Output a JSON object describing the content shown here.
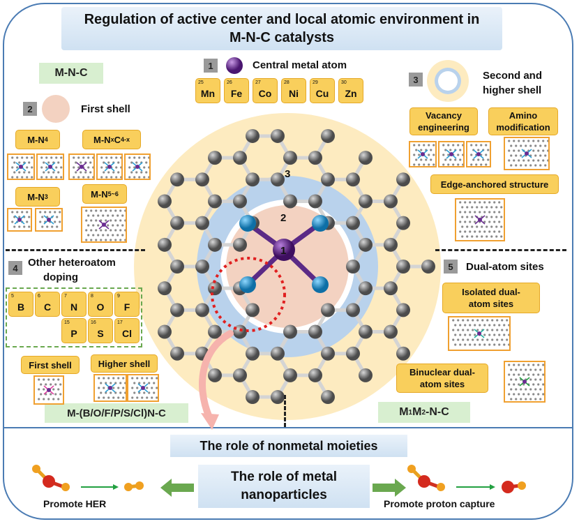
{
  "title": {
    "line1": "Regulation of active center and local atomic environment in",
    "line2": "M-N-C catalysts"
  },
  "labels": {
    "mnc": "M-N-C",
    "m1m2nc": "M1M2-N-C",
    "m1m2nc_main": "M",
    "m1m2nc_sub1": "1",
    "m1m2nc_mid": "M",
    "m1m2nc_sub2": "2",
    "m1m2nc_tail": "-N-C",
    "hetero_bottom": "M-(B/O/F/P/S/Cl)N-C"
  },
  "sections": {
    "s1": {
      "num": "1",
      "title": "Central metal atom"
    },
    "s2": {
      "num": "2",
      "title": "First shell"
    },
    "s3": {
      "num": "3",
      "title_line1": "Second and",
      "title_line2": "higher shell"
    },
    "s4": {
      "num": "4",
      "title_line1": "Other heteroatom",
      "title_line2": "doping"
    },
    "s5": {
      "num": "5",
      "title": "Dual-atom sites"
    }
  },
  "metals": [
    {
      "z": "25",
      "symbol": "Mn"
    },
    {
      "z": "26",
      "symbol": "Fe"
    },
    {
      "z": "27",
      "symbol": "Co"
    },
    {
      "z": "28",
      "symbol": "Ni"
    },
    {
      "z": "29",
      "symbol": "Cu"
    },
    {
      "z": "30",
      "symbol": "Zn"
    }
  ],
  "heteroatoms": [
    {
      "z": "5",
      "symbol": "B"
    },
    {
      "z": "6",
      "symbol": "C"
    },
    {
      "z": "7",
      "symbol": "N"
    },
    {
      "z": "8",
      "symbol": "O"
    },
    {
      "z": "9",
      "symbol": "F"
    },
    {
      "z": "15",
      "symbol": "P"
    },
    {
      "z": "16",
      "symbol": "S"
    },
    {
      "z": "17",
      "symbol": "Cl"
    }
  ],
  "first_shell": {
    "mn4": "M-N4",
    "mn4_base": "M-N",
    "mn4_sub": "4",
    "mnxc": "M-NxC4-x",
    "mnxc_base": "M-N",
    "mnxc_sub1": "x",
    "mnxc_mid": "C",
    "mnxc_sub2": "4-x",
    "mn3": "M-N3",
    "mn3_base": "M-N",
    "mn3_sub": "3",
    "mn56": "M-N5~6",
    "mn56_base": "M-N",
    "mn56_sub": "5~6"
  },
  "second_shell": {
    "vacancy": "Vacancy engineering",
    "vacancy_l1": "Vacancy",
    "vacancy_l2": "engineering",
    "amino": "Amino modification",
    "amino_l1": "Amino",
    "amino_l2": "modification",
    "edge": "Edge-anchored structure"
  },
  "hetero_shells": {
    "first": "First shell",
    "higher": "Higher shell"
  },
  "dual_atom": {
    "isolated_l1": "Isolated dual-",
    "isolated_l2": "atom sites",
    "binuclear_l1": "Binuclear dual-",
    "binuclear_l2": "atom sites"
  },
  "center_numbers": {
    "n1": "1",
    "n2": "2",
    "n3": "3"
  },
  "bottom": {
    "nonmetal": "The role of nonmetal moieties",
    "metal_l1": "The role of metal",
    "metal_l2": "nanoparticles",
    "her": "Promote HER",
    "proton": "Promote proton capture"
  },
  "colors": {
    "frame": "#4a7bb3",
    "outer_ring": "#fdebc0",
    "second_ring": "#b9d2ec",
    "first_ring": "#f3d2c1",
    "metal_atom": "#6a2c91",
    "nitrogen_atom": "#2a9fd6",
    "carbon_atom": "#7a7a7a",
    "element_tile": "#f9cf5c",
    "green_label": "#d8efd0",
    "arrow_green": "#6aa84f"
  }
}
